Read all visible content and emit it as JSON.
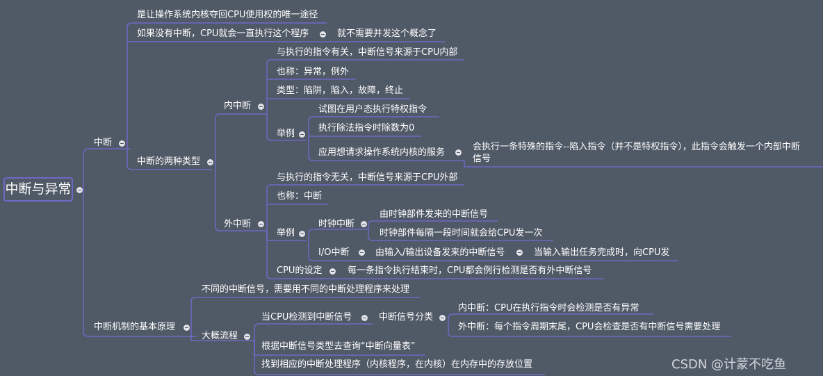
{
  "root": "中断与异常",
  "interrupt": {
    "label": "中断",
    "def": "是让操作系统内核夺回CPU使用权的唯一途径",
    "no_interrupt": "如果没有中断，CPU就会一直执行这个程序",
    "no_interrupt_result": "就不需要并发这个概念了",
    "two_types": "中断的两种类型",
    "internal": {
      "label": "内中断",
      "related": "与执行的指令有关，中断信号来源于CPU内部",
      "alias": "也称：异常，例外",
      "kinds": "类型：陷阱，陷入，故障，终止",
      "examples_label": "举例",
      "ex1": "试图在用户态执行特权指令",
      "ex2": "执行除法指令时除数为0",
      "ex3": "应用想请求操作系统内核的服务",
      "ex3_detail_line1": "会执行一条特殊的指令--陷入指令（并不是特权指令），此指令会触发一个内部中断",
      "ex3_detail_line2": "信号"
    },
    "external": {
      "label": "外中断",
      "related": "与执行的指令无关，中断信号来源于CPU外部",
      "alias": "也称：中断",
      "examples_label": "举例",
      "clock": "时钟中断",
      "clock_a": "由时钟部件发来的中断信号",
      "clock_b": "时钟部件每隔一段时间就会给CPU发一次",
      "io": "I/O中断",
      "io_a": "由输入/输出设备发来的中断信号",
      "io_b": "当输入输出任务完成时，向CPU发",
      "cpu_setting": "CPU的设定",
      "cpu_setting_detail": "每一条指令执行结束时，CPU都会例行检测是否有外中断信号"
    }
  },
  "mechanism": {
    "label": "中断机制的基本原理",
    "different": "不同的中断信号，需要用不同的中断处理程序来处理",
    "flow": "大概流程",
    "step1": "当CPU检测到中断信号",
    "classify": "中断信号分类",
    "classify_internal": "内中断：CPU在执行指令时会检测是否有异常",
    "classify_external": "外中断：每个指令周期末尾，CPU会检查是否有中断信号需要处理",
    "step2": "根据中断信号类型去查询“中断向量表”",
    "step3": "找到相应的中断处理程序（内核程序，在内核）在内存中的存放位置"
  },
  "watermark": "CSDN @计蒙不吃鱼",
  "colors": {
    "background": "#505966",
    "line": "#6f68c6",
    "text": "#ffffff"
  }
}
